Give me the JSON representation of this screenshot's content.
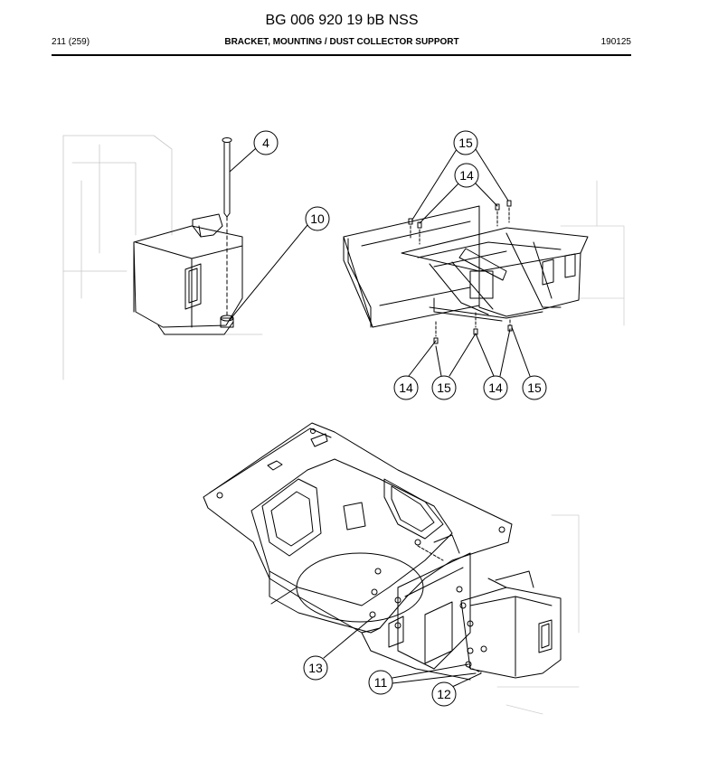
{
  "header": {
    "document_title": "BG 006 920 19 bB NSS",
    "page_count": "211 (259)",
    "part_name": "BRACKET, MOUNTING / DUST COLLECTOR SUPPORT",
    "date_code": "190125"
  },
  "callouts": [
    {
      "id": "c4",
      "label": "4"
    },
    {
      "id": "c10",
      "label": "10"
    },
    {
      "id": "c15a",
      "label": "15"
    },
    {
      "id": "c14a",
      "label": "14"
    },
    {
      "id": "c14b",
      "label": "14"
    },
    {
      "id": "c15b",
      "label": "15"
    },
    {
      "id": "c14c",
      "label": "14"
    },
    {
      "id": "c15c",
      "label": "15"
    },
    {
      "id": "c13",
      "label": "13"
    },
    {
      "id": "c11",
      "label": "11"
    },
    {
      "id": "c12",
      "label": "12"
    }
  ]
}
